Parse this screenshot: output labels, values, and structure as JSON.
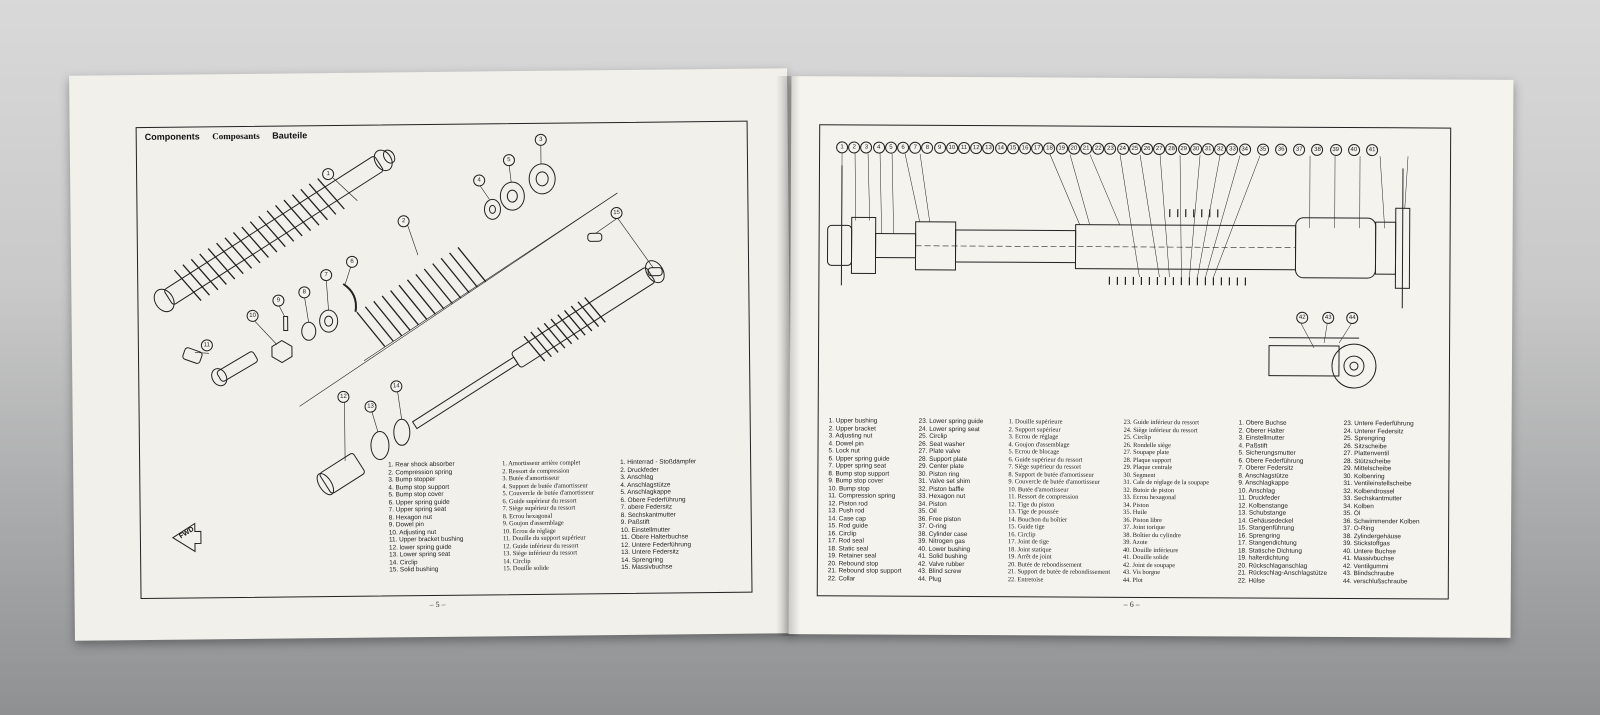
{
  "left_page": {
    "heading": {
      "en": "Components",
      "fr": "Composants",
      "de": "Bauteile"
    },
    "fwd_label": "FWD",
    "page_number": "– 5 –",
    "callouts": [
      "1",
      "2",
      "3",
      "4",
      "5",
      "6",
      "7",
      "8",
      "9",
      "10",
      "11",
      "12",
      "13",
      "14",
      "15"
    ],
    "legend_en": [
      "1. Rear shock absorber",
      "2. Compression spring",
      "3. Bump stopper",
      "4. Bump stop support",
      "5. Bump stop cover",
      "6. Upper spring guide",
      "7. Upper spring seat",
      "8. Hexagon nut",
      "9. Dowel pin",
      "10. Adjusting nut",
      "11. Upper bracket bushing",
      "12. lower spring guide",
      "13. Lower spring seat",
      "14. Circlip",
      "15. Solid bushing"
    ],
    "legend_fr": [
      "1. Amortisseur arrière complet",
      "2. Ressort de compression",
      "3. Butée d'amortisseur",
      "4. Support de butée d'amortisseur",
      "5. Couvercle de butée d'amortisseur",
      "6. Guide supérieur du ressort",
      "7. Siège supérieur du ressort",
      "8. Ecrou hexagonal",
      "9. Goujon d'assemblage",
      "10. Ecrou de réglage",
      "11. Douille du support supérieur",
      "12. Guide inférieur du ressort",
      "13. Siège inférieur du ressort",
      "14. Circlip",
      "15. Douille solide"
    ],
    "legend_de": [
      "1. Hinterrad - Stoßdämpfer",
      "2. Druckfeder",
      "3. Anschlag",
      "4. Anschlagstütze",
      "5. Anschlagkappe",
      "6. Obere Federführung",
      "7. obere Federsitz",
      "8. Sechskantmutter",
      "9. Paßstift",
      "10. Einstellmutter",
      "11. Obere Halterbuchse",
      "12. Untere Federführung",
      "13. Untere Federsitz",
      "14. Sprengring",
      "15. Massivbuchse"
    ]
  },
  "right_page": {
    "page_number": "– 6 –",
    "callouts_top": [
      "1",
      "2",
      "3",
      "4",
      "5",
      "6",
      "7",
      "8",
      "9",
      "10",
      "11",
      "12",
      "13",
      "14",
      "15",
      "16",
      "17",
      "18",
      "19",
      "20",
      "21",
      "22",
      "23",
      "24",
      "25",
      "26",
      "27",
      "28",
      "29",
      "30",
      "31",
      "32",
      "33",
      "34",
      "35",
      "36",
      "37",
      "38",
      "39",
      "40",
      "41"
    ],
    "callouts_detail": [
      "42",
      "43",
      "44"
    ],
    "legend_en_1": [
      "1. Upper bushing",
      "2. Upper bracket",
      "3. Adjusting nut",
      "4. Dowel pin",
      "5. Lock nut",
      "6. Upper spring guide",
      "7. Upper spring seat",
      "8. Bump stop support",
      "9. Bump stop cover",
      "10. Bump stop",
      "11. Compression spring",
      "12. Piston rod",
      "13. Push rod",
      "14. Case cap",
      "15. Rod guide",
      "16. Circlip",
      "17. Rod seal",
      "18. Static seal",
      "19. Retainer seal",
      "20. Rebound stop",
      "21. Rebound stop support",
      "22. Collar"
    ],
    "legend_en_2": [
      "23. Lower spring guide",
      "24. Lower spring seat",
      "25. Circlip",
      "26. Seat washer",
      "27. Plate valve",
      "28. Support plate",
      "29. Center plate",
      "30. Piston ring",
      "31. Valve set shim",
      "32. Piston baffle",
      "33. Hexagon nut",
      "34. Piston",
      "35. Oil",
      "36. Free piston",
      "37. O-ring",
      "38. Cylinder case",
      "39. Nitrogen gas",
      "40. Lower bushing",
      "41. Solid bushing",
      "42. Valve rubber",
      "43. Blind screw",
      "44. Plug"
    ],
    "legend_fr_1": [
      "1. Douille supérieure",
      "2. Support supérieur",
      "3. Ecrou de réglage",
      "4. Goujon d'assemblage",
      "5. Ecrou de blocage",
      "6. Guide supérieur du ressort",
      "7. Siège supérieur du ressort",
      "8. Support de butée d'amortisseur",
      "9. Couvercle de butée d'amortisseur",
      "10. Butée d'amortisseur",
      "11. Ressort de compression",
      "12. Tige du piston",
      "13. Tige de poussée",
      "14. Bouchon du boîtier",
      "15. Guide tige",
      "16. Circlip",
      "17. Joint de tige",
      "18. Joint statique",
      "19. Arrêt de joint",
      "20. Butée de rebondissement",
      "21. Support de butée de rebondissement",
      "22. Entretoise"
    ],
    "legend_fr_2": [
      "23. Guide inférieur du ressort",
      "24. Siège inférieur du ressort",
      "25. Circlip",
      "26. Rondelle siège",
      "27. Soupape plate",
      "28. Plaque support",
      "29. Plaque centrale",
      "30. Segment",
      "31. Cale de réglage de la soupape",
      "32. Butoir de piston",
      "33. Ecrou hexagonal",
      "34. Piston",
      "35. Huile",
      "36. Piston libre",
      "37. Joint torique",
      "38. Boîtier du cylindre",
      "39. Azote",
      "40. Douille inférieure",
      "41. Douille solide",
      "42. Joint de soupape",
      "43. Vis borgne",
      "44. Plot"
    ],
    "legend_de_1": [
      "1. Obere Buchse",
      "2. Oberer Halter",
      "3. Einstellmutter",
      "4. Paßstift",
      "5. Sicherungsmutter",
      "6. Obere Federführung",
      "7. Oberer Federsitz",
      "8. Anschlagstütze",
      "9. Anschlagkappe",
      "10. Anschlag",
      "11. Druckfeder",
      "12. Kolbenstange",
      "13. Schubstange",
      "14. Gehäusedeckel",
      "15. Stangenführung",
      "16. Sprengring",
      "17. Stangendichtung",
      "18. Statische Dichtung",
      "19. halterdichtung",
      "20. Rückschlaganschlag",
      "21. Rückschlag-Anschlagstütze",
      "22. Hülse"
    ],
    "legend_de_2": [
      "23. Untere Federführung",
      "24. Unterer Federsitz",
      "25. Sprengring",
      "26. Sitzscheibe",
      "27. Plattenventil",
      "28. Stützscheibe",
      "29. Mittelscheibe",
      "30. Kolbenring",
      "31. Ventileinstellscheibe",
      "32. Kolbendrossel",
      "33. Sechskantmutter",
      "34. Kolben",
      "35. Öl",
      "36. Schwimmender Kolben",
      "37. O-Ring",
      "38. Zylindergehäuse",
      "39. Stickstoffgas",
      "40. Untere Buchse",
      "41. Massivbuchse",
      "42. Ventilgummi",
      "43. Blindschraube",
      "44. verschlußschraube"
    ]
  }
}
